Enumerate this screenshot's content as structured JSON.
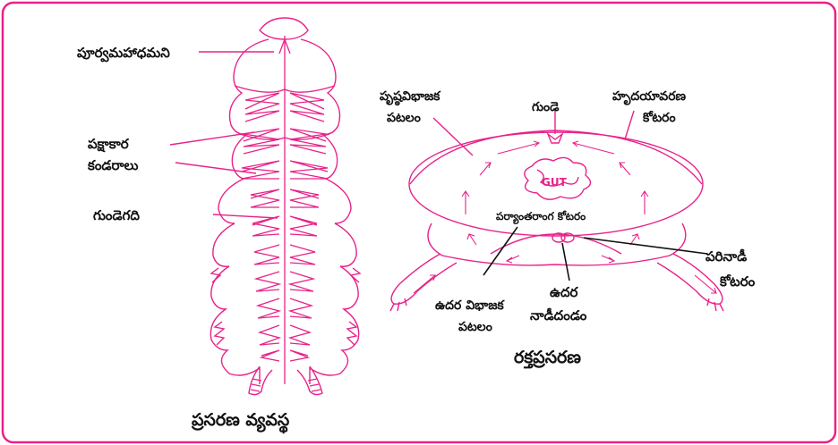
{
  "colors": {
    "border": "#e8228a",
    "drawing": "#e8228a",
    "text": "#111111"
  },
  "left_figure": {
    "labels": {
      "dorsal_aorta": "పూర్వమహాధమని",
      "alary_muscles_line1": "పక్షాకార",
      "alary_muscles_line2": "కండరాలు",
      "heart_chambers": "గుండెగది"
    },
    "caption": "ప్రసరణ వ్యవస్థ"
  },
  "right_figure": {
    "labels": {
      "dorsal_diaphragm_line1": "పృష్ఠవిభాజక",
      "dorsal_diaphragm_line2": "పటలం",
      "heart": "గుండె",
      "pericardial_sinus_line1": "హృదయావరణ",
      "pericardial_sinus_line2": "కోటరం",
      "gut": "GUT",
      "perivisceral_sinus": "పర్యాంతరాంగ కోటరం",
      "perineural_sinus_line1": "పరినాడీ",
      "perineural_sinus_line2": "కోటరం",
      "ventral_diaphragm_line1": "ఉదర విభాజక",
      "ventral_diaphragm_line2": "పటలం",
      "ventral_nerve_cord_line1": "ఉదర",
      "ventral_nerve_cord_line2": "నాడీదండం"
    },
    "caption": "రక్తప్రసరణ"
  }
}
